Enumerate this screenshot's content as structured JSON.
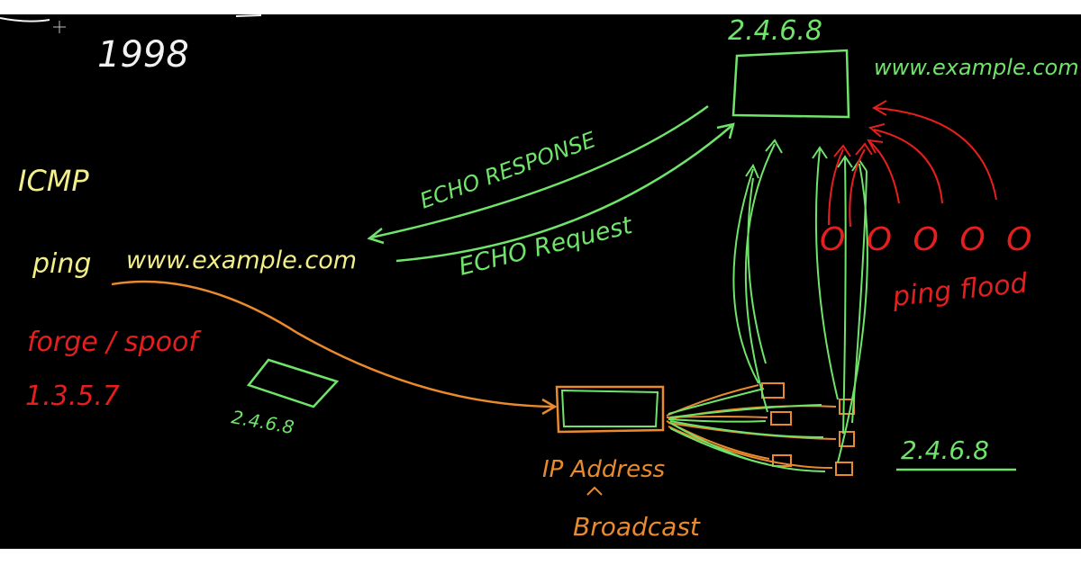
{
  "colors": {
    "board": "#000000",
    "white": "#f2f2f2",
    "yellow": "#f2ee8a",
    "green": "#6fe36a",
    "red": "#e51e1e",
    "orange": "#e98a2e"
  },
  "labels": {
    "year": "1998",
    "protocol": "ICMP",
    "command": "ping",
    "command_target": "www.example.com",
    "forge": "forge / spoof",
    "spoofed_ip": "1.3.5.7",
    "packet_ip": "2.4.6.8",
    "server_ip": "2.4.6.8",
    "server_name": "www.example.com",
    "echo_response": "ECHO RESPONSE",
    "echo_request": "ECHO Request",
    "router_label": "IP Address",
    "broadcast": "Broadcast",
    "ping_flood": "ping flood",
    "hosts_ip": "2.4.6.8",
    "circles": "O O O O O"
  }
}
